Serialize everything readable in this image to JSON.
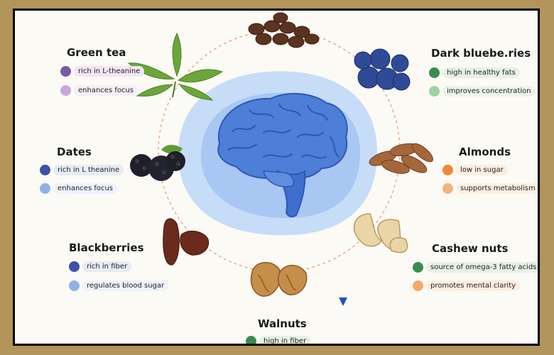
{
  "foods": {
    "green_tea": {
      "title": "Green tea",
      "items": [
        {
          "text": "rich in L-theanine",
          "dot": "#7a5aa0",
          "pill": "#f1e6f3"
        },
        {
          "text": "enhances focus",
          "dot": "#c9a6dd",
          "pill": "#f6eef7"
        }
      ]
    },
    "dates": {
      "title": "Dates",
      "items": [
        {
          "text": "rich in L theanine",
          "dot": "#3a52a8",
          "pill": "#e7ebf6"
        },
        {
          "text": "enhances focus",
          "dot": "#8fb1e6",
          "pill": "#edf2fb"
        }
      ]
    },
    "blackberries": {
      "title": "Blackberries",
      "items": [
        {
          "text": "rich in fiber",
          "dot": "#3a52a8",
          "pill": "#e7ebf6"
        },
        {
          "text": "regulates blood sugar",
          "dot": "#8fb1e6",
          "pill": "#edf2fb"
        }
      ]
    },
    "walnuts": {
      "title": "Walnuts",
      "items": [
        {
          "text": "high in fiber",
          "dot": "#3a8c4e",
          "pill": "#e6f1e3"
        }
      ]
    },
    "dark_blueberries": {
      "title": "Dark bluebe.ries",
      "items": [
        {
          "text": "high in healthy fats",
          "dot": "#3a8c4e",
          "pill": "#e6f1e3"
        },
        {
          "text": "improves concentration",
          "dot": "#9fd2a4",
          "pill": "#eaf5e8"
        }
      ]
    },
    "almonds": {
      "title": "Almonds",
      "items": [
        {
          "text": "low in sugar",
          "dot": "#f0883a",
          "pill": "#fbeee2"
        },
        {
          "text": "supports metabolism",
          "dot": "#f5b27a",
          "pill": "#fcefe2"
        }
      ]
    },
    "cashew_nuts": {
      "title": "Cashew nuts",
      "items": [
        {
          "text": "source of omega-3 fatty acids",
          "dot": "#3a8c4e",
          "pill": "#e6f1e3"
        },
        {
          "text": "promotes mental clarity",
          "dot": "#f5a868",
          "pill": "#fcede0"
        }
      ]
    }
  },
  "colors": {
    "brain": "#4e7fd8",
    "brain_dark": "#2d57b4",
    "halo": "#bcd6f7",
    "halo_inner": "#8fb7ee",
    "ring": "#e8a27a",
    "marker": "#1d4fc4",
    "frame": "#b3945a"
  },
  "icons": [
    "brain-icon",
    "coffee-beans-icon",
    "green-tea-leaves-icon",
    "blackberry-icon",
    "date-fruit-icon",
    "walnut-icon",
    "blueberry-icon",
    "almond-icon",
    "cashew-icon",
    "down-triangle-icon"
  ]
}
